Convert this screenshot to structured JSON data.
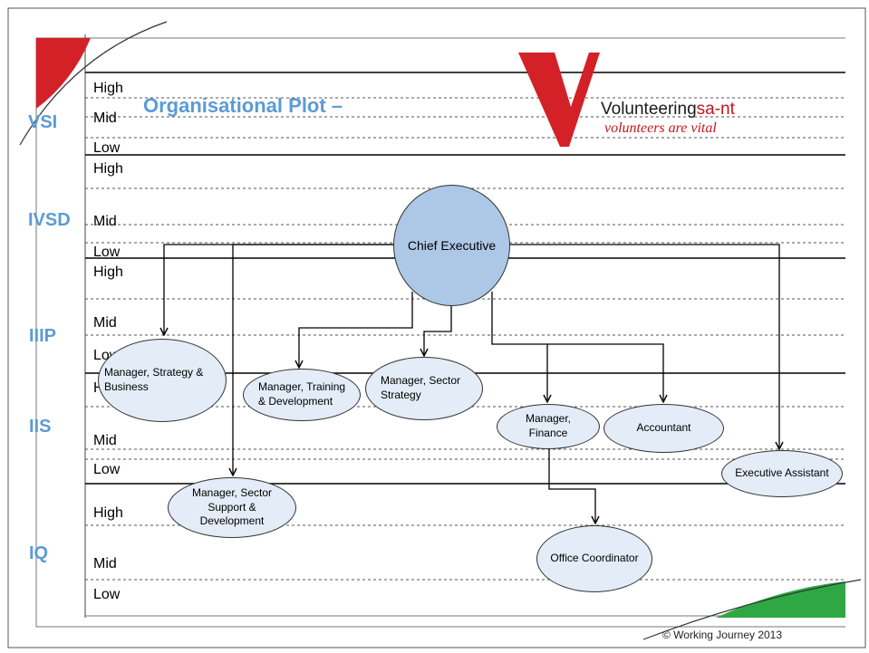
{
  "title": "Organisational Plot –",
  "logo": {
    "name_main": "Volunteering",
    "name_accent": "sa-nt",
    "tagline": "volunteers are vital"
  },
  "copyright": "© Working Journey 2013",
  "bands": [
    {
      "id": "vsi",
      "label": "VSI"
    },
    {
      "id": "ivsd",
      "label": "IVSD"
    },
    {
      "id": "iiip",
      "label": "IIIP"
    },
    {
      "id": "iis",
      "label": "IIS"
    },
    {
      "id": "iq",
      "label": "IQ"
    }
  ],
  "levels": {
    "high": "High",
    "mid": "Mid",
    "low": "Low"
  },
  "nodes": {
    "ceo": "Chief Executive",
    "strategy_business": "Manager, Strategy & Business",
    "training_development": "Manager, Training & Development",
    "sector_strategy": "Manager, Sector Strategy",
    "finance": "Manager, Finance",
    "accountant": "Accountant",
    "executive_assistant": "Executive Assistant",
    "sector_support": "Manager, Sector Support & Development",
    "office_coordinator": "Office Coordinator"
  },
  "colors": {
    "band_label": "#5b9bd5",
    "node_fill": "#e3ecf7",
    "ceo_fill": "#adc8e6",
    "corner_red": "#d42027",
    "corner_green": "#2fa844",
    "logo_red": "#c9151b"
  }
}
